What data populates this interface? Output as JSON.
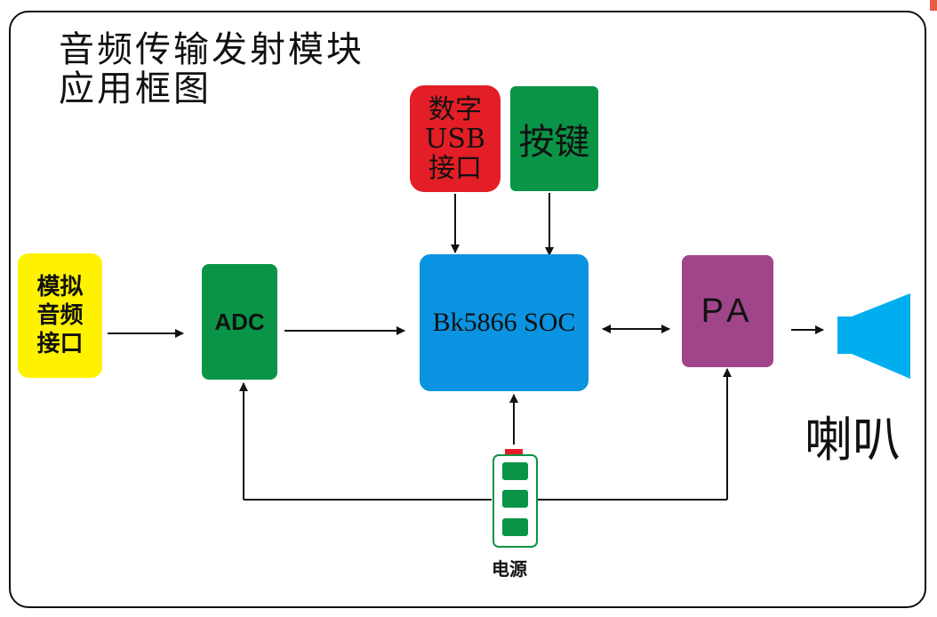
{
  "title_line1": "音频传输发射模块",
  "title_line2": "应用框图",
  "blocks": {
    "analog_line1": "模拟",
    "analog_line2": "音频",
    "analog_line3": "接口",
    "adc": "ADC",
    "soc": "Bk5866 SOC",
    "pa": "PA",
    "usb_line1": "数字",
    "usb_line2": "USB",
    "usb_line3": "接口",
    "keys": "按键",
    "speaker": "喇叭",
    "power": "电源"
  },
  "colors": {
    "analog": "#fff200",
    "adc": "#0a9447",
    "soc": "#0a93e0",
    "pa": "#a1458a",
    "usb": "#e41e26",
    "keys": "#0a9447",
    "speaker": "#00aeef",
    "battery": "#0a9447",
    "battery_terminal": "#e41e26"
  },
  "icons": [
    "speaker-icon",
    "battery-icon"
  ]
}
